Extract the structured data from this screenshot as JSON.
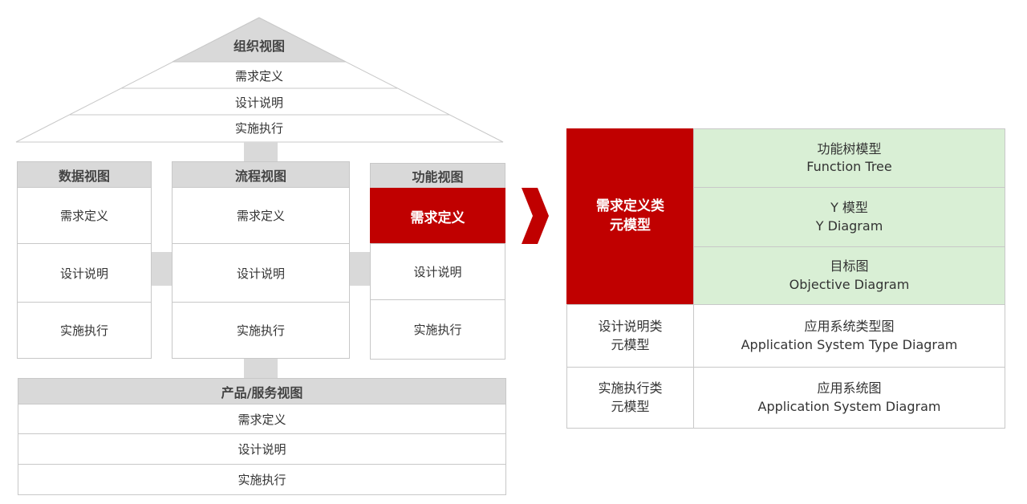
{
  "org_view": {
    "title": "组织视图",
    "rows": [
      "需求定义",
      "设计说明",
      "实施执行"
    ]
  },
  "data_view": {
    "title": "数据视图",
    "rows": [
      "需求定义",
      "设计说明",
      "实施执行"
    ]
  },
  "process_view": {
    "title": "流程视图",
    "rows": [
      "需求定义",
      "设计说明",
      "实施执行"
    ]
  },
  "function_view": {
    "title": "功能视图",
    "rows": [
      "需求定义",
      "设计说明",
      "实施执行"
    ]
  },
  "product_view": {
    "title": "产品/服务视图",
    "rows": [
      "需求定义",
      "设计说明",
      "实施执行"
    ]
  },
  "meta_table": {
    "groups": [
      {
        "label_line1": "需求定义类",
        "label_line2": "元模型",
        "models": [
          {
            "cn": "功能树模型",
            "en": "Function Tree"
          },
          {
            "cn": "Y 模型",
            "en": "Y Diagram"
          },
          {
            "cn": "目标图",
            "en": "Objective Diagram"
          }
        ]
      },
      {
        "label_line1": "设计说明类",
        "label_line2": "元模型",
        "models": [
          {
            "cn": "应用系统类型图",
            "en": "Application System Type Diagram"
          }
        ]
      },
      {
        "label_line1": "实施执行类",
        "label_line2": "元模型",
        "models": [
          {
            "cn": "应用系统图",
            "en": "Application System Diagram"
          }
        ]
      }
    ]
  },
  "colors": {
    "highlight_red": "#c00000",
    "header_gray": "#d9d9d9",
    "model_green": "#d9efd5",
    "border_gray": "#c8c8c8"
  }
}
